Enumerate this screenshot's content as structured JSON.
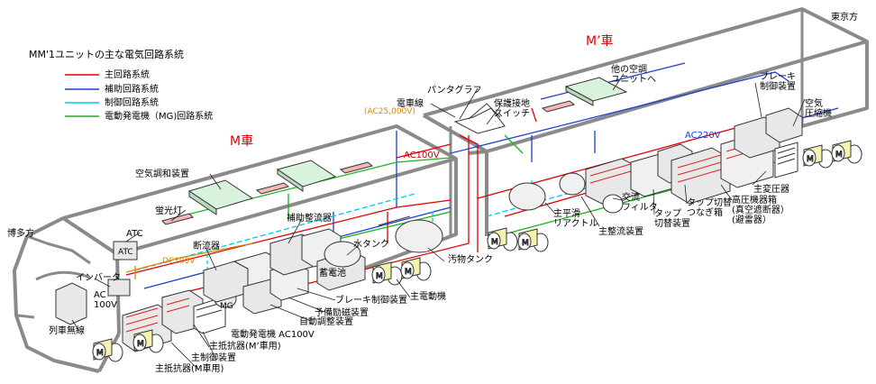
{
  "title": "MM'1ユニットの主な電気回路系統",
  "legend": [
    {
      "label": "主回路系統",
      "color": "#e00000"
    },
    {
      "label": "補助回路系統",
      "color": "#1a3fd6"
    },
    {
      "label": "制御回路系統",
      "color": "#00c8e6"
    },
    {
      "label": "電動発電機（MG)回路系統",
      "color": "#18b418"
    }
  ],
  "cars": {
    "m": "M車",
    "m_prime": "M’車",
    "color": "#e00000"
  },
  "directions": {
    "left": "博多方",
    "right": "東京方"
  },
  "voltages": {
    "ac25000": "(AC25,000V)",
    "ac100_top": "AC100V",
    "ac220": "AC220V",
    "dc100": "DC100V",
    "ac100_side": "AC\n100V",
    "mg_ac100": "電動発電機 AC100V"
  },
  "labels": {
    "other_ac": "他の空調\nユニットへ",
    "pantograph": "パンタグラフ",
    "overhead_wire": "電車線",
    "ground_switch": "保護接地\nスイッチ",
    "brake_ctrl_top": "ブレーキ\n制御装置",
    "air_compressor": "空気\n圧縮機",
    "air_conditioner": "空気調和装置",
    "lamp": "蛍光灯",
    "atc": "ATC",
    "atc_box": "ATC",
    "aux_rectifier": "補助整流器",
    "water_tank": "水タンク",
    "rectifier_unit": "断流器",
    "battery": "蓄電池",
    "sewage_tank": "汚物タンク",
    "main_motor": "主電動機",
    "brake_ctrl": "ブレーキ制御装置",
    "preexcite": "予備励磁装置",
    "auto_adjust": "自動調整装置",
    "inverter": "インバータ",
    "train_radio": "列車無線",
    "main_ctrl": "主制御装置",
    "main_res_mp": "主抵抗器(M’車用)",
    "main_res_m": "主抵抗器(M車用)",
    "smoothing_reactor": "主平滑\nリアクトル",
    "main_rectifier": "主整流装置",
    "ac_filter": "交流\nフィルタ",
    "tap_changer": "タップ\n切替装置",
    "tap_box": "タップ切替\nつなぎ箱",
    "hv_box": "高圧機器箱\n(真空遮断器）\n(避雷器）",
    "main_transformer": "主変圧器",
    "mg_small": "MG",
    "motor_mark": "M"
  },
  "palette": {
    "body_stroke": "#8a8a8a",
    "equip_face": "#e8e8e8",
    "ac_unit": "#d8f2dc",
    "lamp": "#f3b9b4",
    "resistor_red": "#e02020",
    "orange": "#d88a00"
  }
}
